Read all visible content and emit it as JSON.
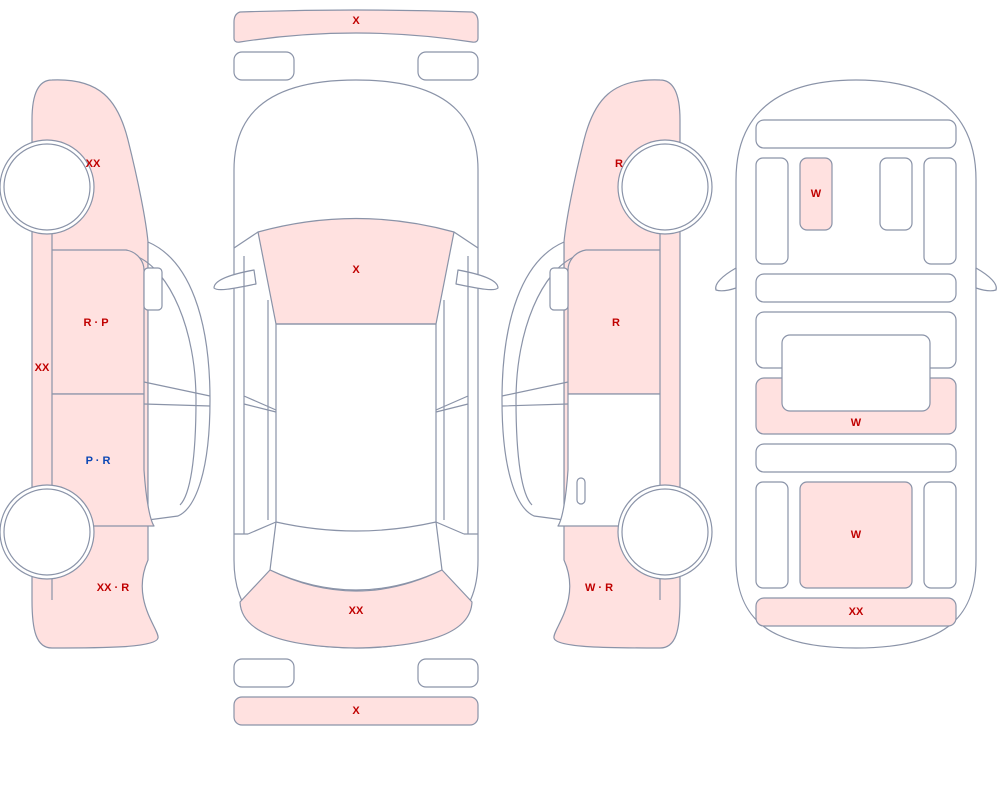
{
  "colors": {
    "damage_fill": "#ffe1e0",
    "outline": "#8a93a8",
    "label_red": "#c00000",
    "label_blue": "#0b47b5"
  },
  "labels": {
    "front_bumper": "X",
    "rear_bumper": "X",
    "windshield": "X",
    "hood": "XX",
    "left_front_fender": "XX",
    "left_rocker": "XX",
    "left_front_door": "R · P",
    "left_rear_door": "P · R",
    "left_rear_quarter": "XX · R",
    "right_front_fender": "R",
    "right_front_door": "R",
    "right_rear_quarter": "W · R",
    "int_seat_small": "W",
    "int_middle": "W",
    "int_cargo": "W",
    "int_rear": "XX"
  }
}
